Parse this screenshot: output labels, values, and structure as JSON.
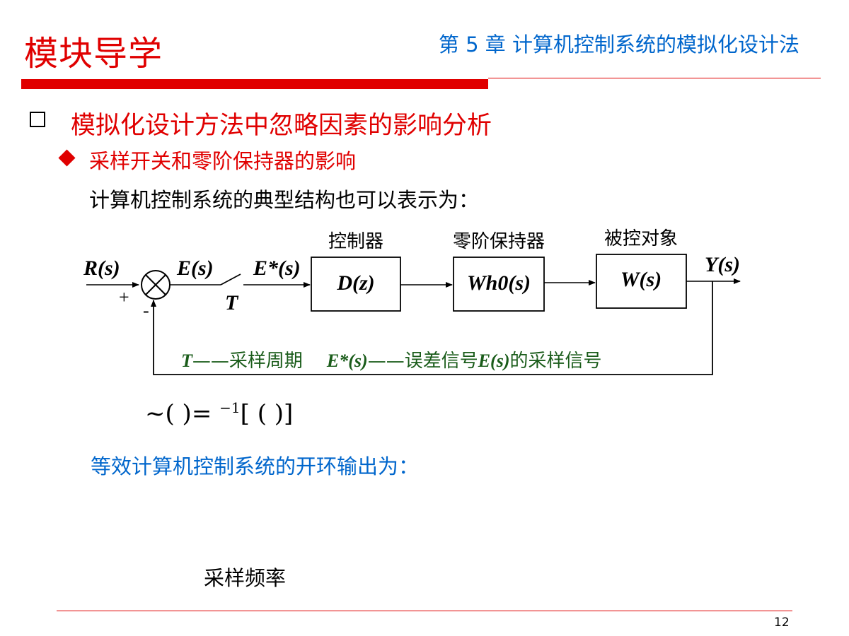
{
  "header": {
    "title": "模块导学",
    "chapter": "第 5 章  计算机控制系统的模拟化设计法",
    "accent": "#e00000",
    "chapter_color": "#0066cc"
  },
  "section": {
    "title": "模拟化设计方法中忽略因素的影响分析",
    "subtitle": "采样开关和零阶保持器的影响",
    "intro": "计算机控制系统的典型结构也可以表示为："
  },
  "diagram": {
    "block_labels": {
      "controller": "控制器",
      "zoh": "零阶保持器",
      "plant": "被控对象"
    },
    "signals": {
      "input": "R(s)",
      "error": "E(s)",
      "sampled": "E*(s)",
      "output": "Y(s)",
      "plus": "+",
      "minus": "-",
      "period": "T"
    },
    "blocks": {
      "controller": "D(z)",
      "zoh": "Wh0(s)",
      "plant": "W(s)"
    },
    "note": {
      "t_symbol": "T",
      "t_desc": "——采样周期",
      "e_symbol": "E*(s)",
      "e_desc": "——误差信号",
      "e_signal": "E(s)",
      "e_suffix": "的采样信号"
    }
  },
  "formula": {
    "lhs": "~(   )=",
    "exponent": "−1",
    "rhs": "[   (   )]"
  },
  "open_loop": "等效计算机控制系统的开环输出为：",
  "sampling_freq": "采样频率",
  "page": "12"
}
